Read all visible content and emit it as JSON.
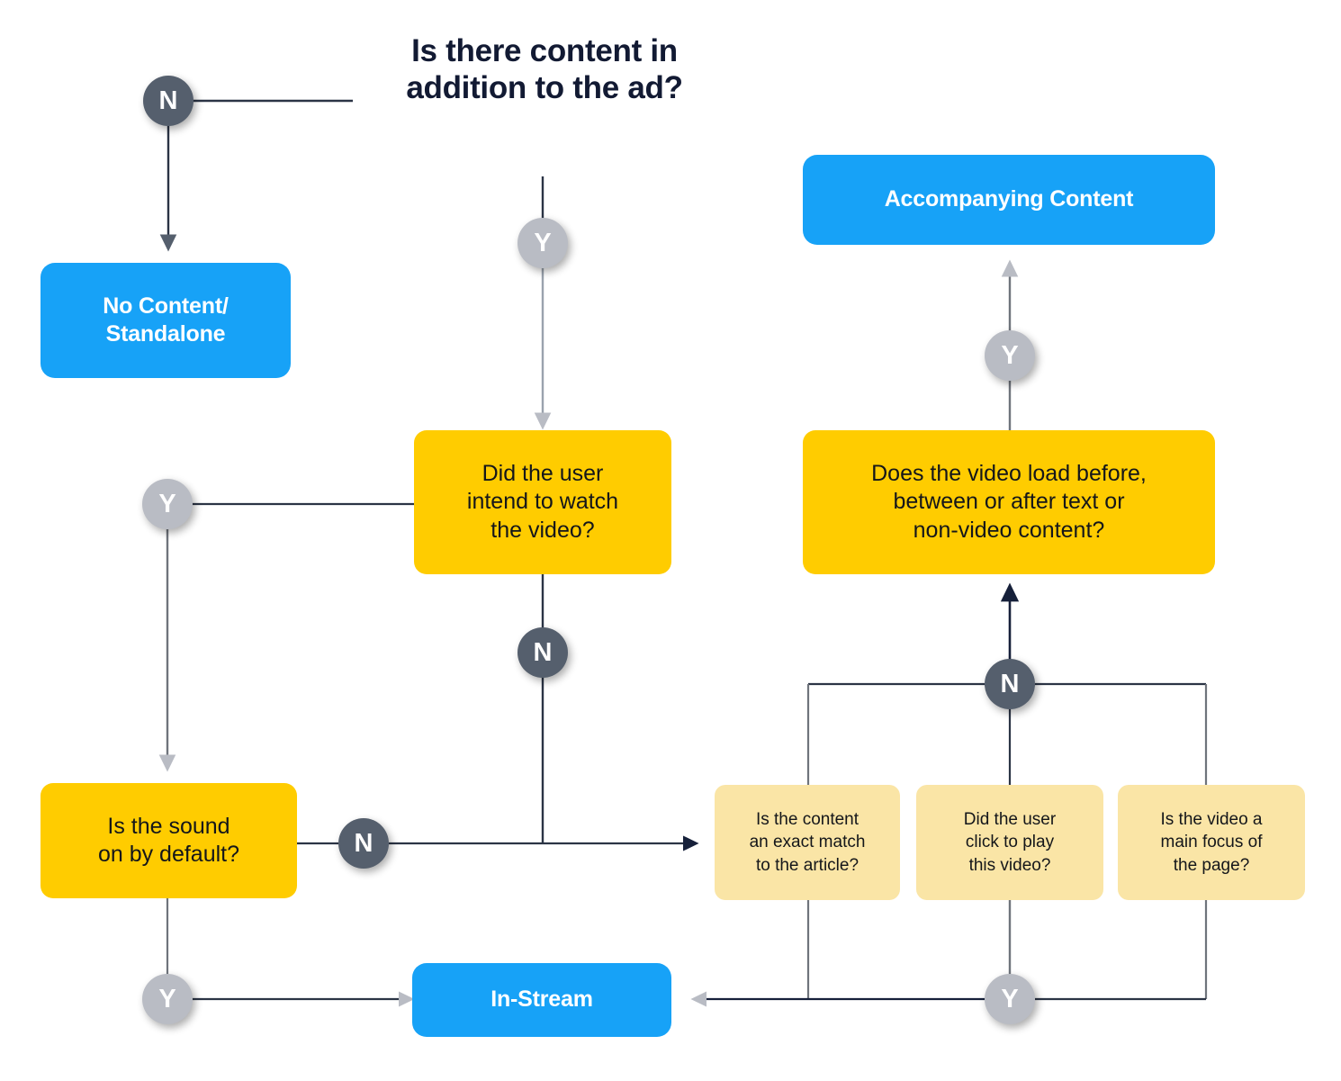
{
  "diagram": {
    "title": "Is there\ncontent in addition\nto the ad?",
    "colors": {
      "result_blue": "#17A2F7",
      "decision_yellow": "#FFCC00",
      "subdecision_light_yellow": "#FAE5A6",
      "badge_yes_gray": "#B9BCC4",
      "badge_no_slate": "#555F6D",
      "line_navy": "#2B3445",
      "background": "#FFFFFF"
    },
    "badges": {
      "yes_label": "Y",
      "no_label": "N"
    },
    "nodes": {
      "no_content": "No Content/\nStandalone",
      "accompanying_content": "Accompanying Content",
      "intend_to_watch": "Did the user\nintend to watch\nthe video?",
      "video_load_order": "Does the video load before,\nbetween or after text or\nnon-video content?",
      "sound_on_default": "Is the sound\non by default?",
      "exact_match": "Is the content\nan exact match\nto the article?",
      "click_to_play": "Did the user\nclick to play\nthis video?",
      "main_focus": "Is the video a\nmain focus of\nthe page?",
      "in_stream": "In-Stream"
    },
    "edge_labels": {
      "title_no": "N",
      "title_yes": "Y",
      "intend_yes": "Y",
      "intend_no": "N",
      "sound_no": "N",
      "sound_yes": "Y",
      "load_yes": "Y",
      "sub_no": "N",
      "sub_yes": "Y"
    }
  }
}
